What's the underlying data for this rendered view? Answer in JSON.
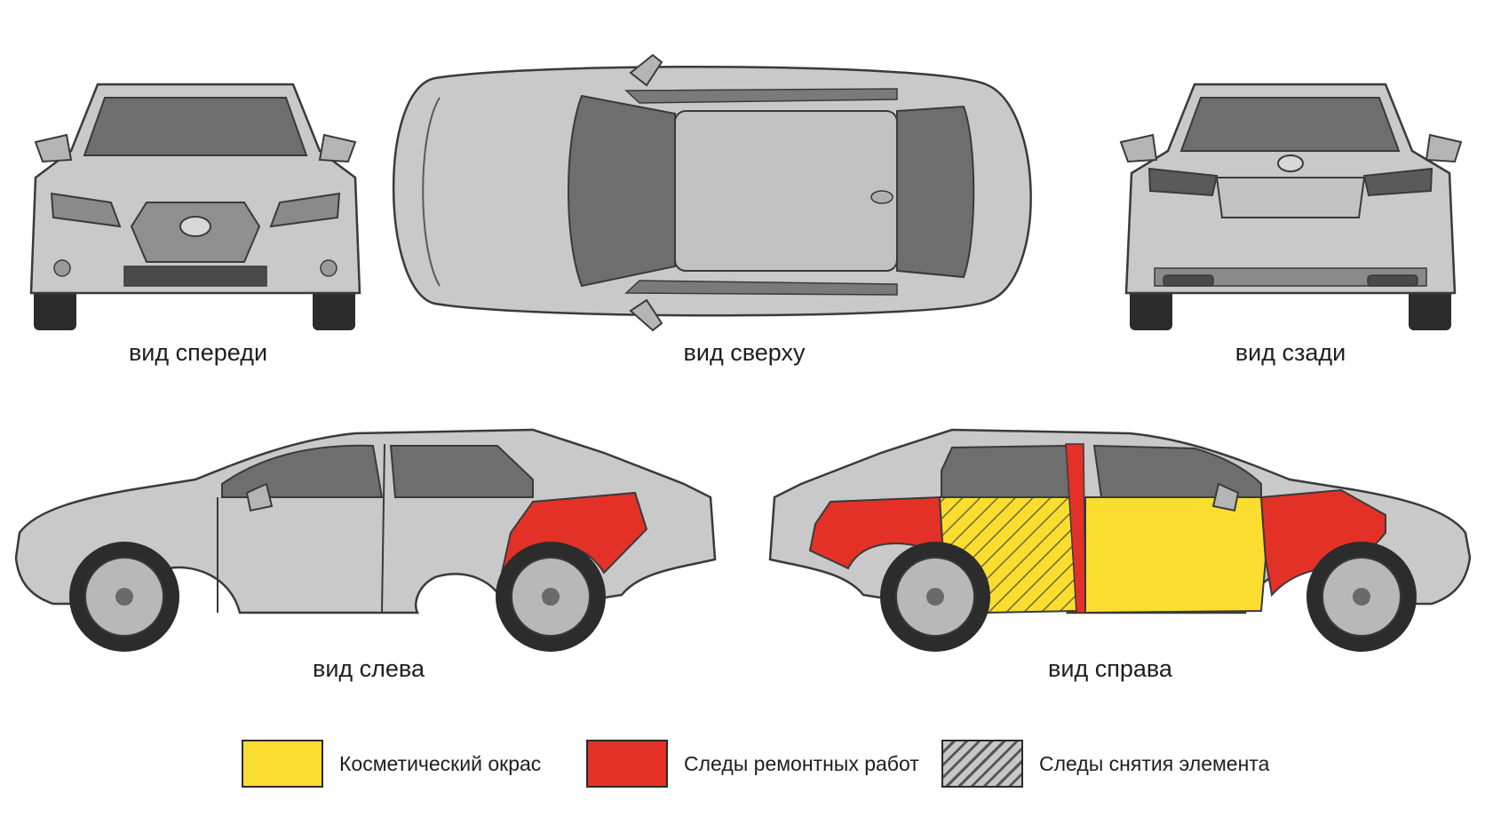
{
  "views": {
    "front": "вид спереди",
    "top": "вид сверху",
    "rear": "вид сзади",
    "left": "вид слева",
    "right": "вид справа"
  },
  "legend": [
    {
      "label": "Косметический окрас",
      "color": "#fbdd30",
      "pattern": "solid"
    },
    {
      "label": "Следы ремонтных работ",
      "color": "#e43127",
      "pattern": "solid"
    },
    {
      "label": "Следы снятия элемента",
      "color": "#bdbdbd",
      "pattern": "hatched"
    }
  ],
  "colors": {
    "body": "#c9c9c9",
    "body_dark": "#9e9e9e",
    "outline": "#3a3a3a",
    "glass": "#6e6e6e",
    "tire": "#2c2c2c",
    "rim": "#b8b8b8",
    "cosmetic_paint": "#fbdd30",
    "repair_traces": "#e43127"
  }
}
